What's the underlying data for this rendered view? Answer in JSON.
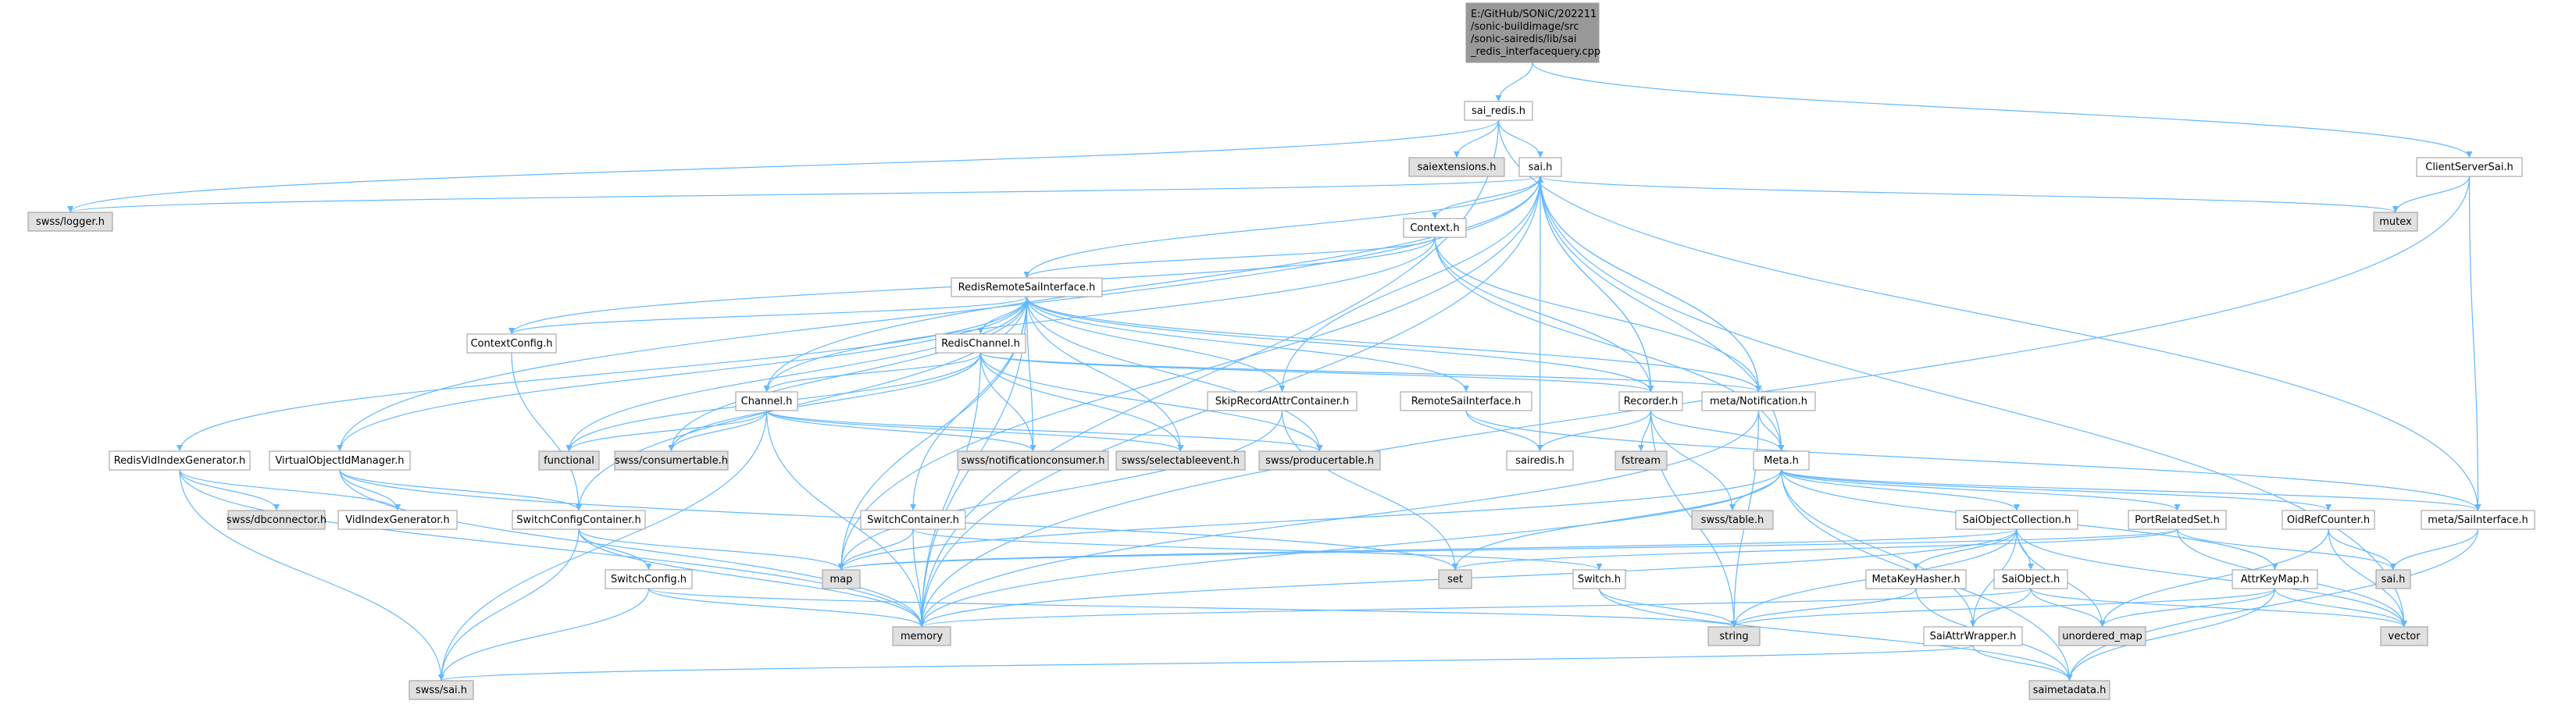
{
  "colors": {
    "root_fill": "#999999",
    "root_stroke": "#666666",
    "header_fill": "#ffffff",
    "system_fill": "#e0e0e0",
    "missing_stroke": "#ff0000",
    "edge": "#63b8ff",
    "text": "#000000"
  },
  "nodes": [
    {
      "id": "root",
      "kind": "root",
      "lines": [
        "E:/GitHub/SONiC/202211",
        "/sonic-buildimage/src",
        "/sonic-sairedis/lib/sai",
        "_redis_interfacequery.cpp"
      ]
    },
    {
      "id": "sai_redis_h",
      "kind": "header",
      "lines": [
        "sai_redis.h"
      ]
    },
    {
      "id": "clientserversai_h",
      "kind": "header",
      "lines": [
        "ClientServerSai.h"
      ]
    },
    {
      "id": "saiextensions_h",
      "kind": "system",
      "lines": [
        "saiextensions.h"
      ]
    },
    {
      "id": "sai_h",
      "kind": "header",
      "lines": [
        "sai.h"
      ]
    },
    {
      "id": "swss_logger_h",
      "kind": "system",
      "lines": [
        "swss/logger.h"
      ]
    },
    {
      "id": "mutex",
      "kind": "system",
      "lines": [
        "mutex"
      ]
    },
    {
      "id": "context_h",
      "kind": "header",
      "lines": [
        "Context.h"
      ]
    },
    {
      "id": "redisremotesaiinterface_h",
      "kind": "header",
      "lines": [
        "RedisRemoteSaiInterface.h"
      ]
    },
    {
      "id": "contextconfig_h",
      "kind": "header",
      "lines": [
        "ContextConfig.h"
      ]
    },
    {
      "id": "redischannel_h",
      "kind": "header",
      "lines": [
        "RedisChannel.h"
      ]
    },
    {
      "id": "skiprecordattrcontainer_h",
      "kind": "header",
      "lines": [
        "SkipRecordAttrContainer.h"
      ]
    },
    {
      "id": "remotesaiinterface_h",
      "kind": "header",
      "lines": [
        "RemoteSaiInterface.h"
      ]
    },
    {
      "id": "recorder_h",
      "kind": "header",
      "lines": [
        "Recorder.h"
      ]
    },
    {
      "id": "meta_notification_h",
      "kind": "header",
      "lines": [
        "meta/Notification.h"
      ]
    },
    {
      "id": "channel_h",
      "kind": "header",
      "lines": [
        "Channel.h"
      ]
    },
    {
      "id": "functional",
      "kind": "system",
      "lines": [
        "functional"
      ]
    },
    {
      "id": "swss_consumertable_h",
      "kind": "system",
      "lines": [
        "swss/consumertable.h"
      ]
    },
    {
      "id": "swss_notificationconsumer_h",
      "kind": "system",
      "lines": [
        "swss/notificationconsumer.h"
      ]
    },
    {
      "id": "swss_selectableevent_h",
      "kind": "system",
      "lines": [
        "swss/selectableevent.h"
      ]
    },
    {
      "id": "swss_producertable_h",
      "kind": "system",
      "lines": [
        "swss/producertable.h"
      ]
    },
    {
      "id": "sairedis_h",
      "kind": "header",
      "lines": [
        "sairedis.h"
      ]
    },
    {
      "id": "fstream",
      "kind": "system",
      "lines": [
        "fstream"
      ]
    },
    {
      "id": "meta_h",
      "kind": "header",
      "lines": [
        "Meta.h"
      ]
    },
    {
      "id": "redisvidindexgenerator_h",
      "kind": "header",
      "lines": [
        "RedisVidIndexGenerator.h"
      ]
    },
    {
      "id": "virtualobjectidmanager_h",
      "kind": "header",
      "lines": [
        "VirtualObjectIdManager.h"
      ]
    },
    {
      "id": "swss_dbconnector_h",
      "kind": "system",
      "lines": [
        "swss/dbconnector.h"
      ]
    },
    {
      "id": "vidindexgenerator_h",
      "kind": "missing",
      "lines": [
        "VidIndexGenerator.h"
      ]
    },
    {
      "id": "switchconfigcontainer_h",
      "kind": "header",
      "lines": [
        "SwitchConfigContainer.h"
      ]
    },
    {
      "id": "switchcontainer_h",
      "kind": "header",
      "lines": [
        "SwitchContainer.h"
      ]
    },
    {
      "id": "map",
      "kind": "system",
      "lines": [
        "map"
      ]
    },
    {
      "id": "set",
      "kind": "system",
      "lines": [
        "set"
      ]
    },
    {
      "id": "switch_h",
      "kind": "header",
      "lines": [
        "Switch.h"
      ]
    },
    {
      "id": "switchconfig_h",
      "kind": "header",
      "lines": [
        "SwitchConfig.h"
      ]
    },
    {
      "id": "memory",
      "kind": "system",
      "lines": [
        "memory"
      ]
    },
    {
      "id": "string",
      "kind": "system",
      "lines": [
        "string"
      ]
    },
    {
      "id": "swss_sai_h",
      "kind": "system",
      "lines": [
        "swss/sai.h"
      ]
    },
    {
      "id": "swss_table_h",
      "kind": "system",
      "lines": [
        "swss/table.h"
      ]
    },
    {
      "id": "saiobjectcollection_h",
      "kind": "header",
      "lines": [
        "SaiObjectCollection.h"
      ]
    },
    {
      "id": "portrelatedset_h",
      "kind": "header",
      "lines": [
        "PortRelatedSet.h"
      ]
    },
    {
      "id": "oidrefcounter_h",
      "kind": "header",
      "lines": [
        "OidRefCounter.h"
      ]
    },
    {
      "id": "meta_saiinterface_h",
      "kind": "header",
      "lines": [
        "meta/SaiInterface.h"
      ]
    },
    {
      "id": "metakeyhasher_h",
      "kind": "header",
      "lines": [
        "MetaKeyHasher.h"
      ]
    },
    {
      "id": "saiobject_h",
      "kind": "header",
      "lines": [
        "SaiObject.h"
      ]
    },
    {
      "id": "attrkeymap_h",
      "kind": "header",
      "lines": [
        "AttrKeyMap.h"
      ]
    },
    {
      "id": "sai_h_sys",
      "kind": "system",
      "lines": [
        "sai.h"
      ]
    },
    {
      "id": "unordered_map",
      "kind": "system",
      "lines": [
        "unordered_map"
      ]
    },
    {
      "id": "vector",
      "kind": "system",
      "lines": [
        "vector"
      ]
    },
    {
      "id": "saiattrwrapper_h",
      "kind": "header",
      "lines": [
        "SaiAttrWrapper.h"
      ]
    },
    {
      "id": "saimetadata_h",
      "kind": "system",
      "lines": [
        "saimetadata.h"
      ]
    }
  ],
  "edges": [
    [
      "root",
      "sai_redis_h"
    ],
    [
      "root",
      "clientserversai_h"
    ],
    [
      "sai_redis_h",
      "saiextensions_h"
    ],
    [
      "sai_redis_h",
      "sai_h"
    ],
    [
      "sai_redis_h",
      "swss_logger_h"
    ],
    [
      "sai_redis_h",
      "memory"
    ],
    [
      "sai_redis_h",
      "meta_saiinterface_h"
    ],
    [
      "clientserversai_h",
      "mutex"
    ],
    [
      "clientserversai_h",
      "meta_saiinterface_h"
    ],
    [
      "clientserversai_h",
      "memory"
    ],
    [
      "sai_h",
      "swss_logger_h"
    ],
    [
      "sai_h",
      "mutex"
    ],
    [
      "sai_h",
      "context_h"
    ],
    [
      "sai_h",
      "recorder_h"
    ],
    [
      "sai_h",
      "meta_notification_h"
    ],
    [
      "sai_h",
      "meta_h"
    ],
    [
      "sai_h",
      "memory"
    ],
    [
      "sai_h",
      "vector"
    ],
    [
      "sai_h",
      "map"
    ],
    [
      "context_h",
      "redisremotesaiinterface_h"
    ],
    [
      "context_h",
      "contextconfig_h"
    ],
    [
      "context_h",
      "recorder_h"
    ],
    [
      "context_h",
      "meta_notification_h"
    ],
    [
      "context_h",
      "meta_h"
    ],
    [
      "context_h",
      "channel_h"
    ],
    [
      "redisremotesaiinterface_h",
      "contextconfig_h"
    ],
    [
      "redisremotesaiinterface_h",
      "redischannel_h"
    ],
    [
      "redisremotesaiinterface_h",
      "skiprecordattrcontainer_h"
    ],
    [
      "redisremotesaiinterface_h",
      "remotesaiinterface_h"
    ],
    [
      "redisremotesaiinterface_h",
      "recorder_h"
    ],
    [
      "redisremotesaiinterface_h",
      "meta_notification_h"
    ],
    [
      "redisremotesaiinterface_h",
      "functional"
    ],
    [
      "redisremotesaiinterface_h",
      "swss_consumertable_h"
    ],
    [
      "redisremotesaiinterface_h",
      "swss_notificationconsumer_h"
    ],
    [
      "redisremotesaiinterface_h",
      "swss_selectableevent_h"
    ],
    [
      "redisremotesaiinterface_h",
      "swss_producertable_h"
    ],
    [
      "redisremotesaiinterface_h",
      "redisvidindexgenerator_h"
    ],
    [
      "redisremotesaiinterface_h",
      "virtualobjectidmanager_h"
    ],
    [
      "redisremotesaiinterface_h",
      "switchconfigcontainer_h"
    ],
    [
      "redisremotesaiinterface_h",
      "switchcontainer_h"
    ],
    [
      "redisremotesaiinterface_h",
      "map"
    ],
    [
      "redisremotesaiinterface_h",
      "memory"
    ],
    [
      "redisremotesaiinterface_h",
      "sai_h"
    ],
    [
      "contextconfig_h",
      "switchconfigcontainer_h"
    ],
    [
      "redischannel_h",
      "channel_h"
    ],
    [
      "redischannel_h",
      "swss_consumertable_h"
    ],
    [
      "redischannel_h",
      "swss_notificationconsumer_h"
    ],
    [
      "redischannel_h",
      "swss_selectableevent_h"
    ],
    [
      "redischannel_h",
      "swss_producertable_h"
    ],
    [
      "redischannel_h",
      "functional"
    ],
    [
      "redischannel_h",
      "memory"
    ],
    [
      "redischannel_h",
      "meta_notification_h"
    ],
    [
      "redischannel_h",
      "recorder_h"
    ],
    [
      "skiprecordattrcontainer_h",
      "sai_h"
    ],
    [
      "skiprecordattrcontainer_h",
      "map"
    ],
    [
      "skiprecordattrcontainer_h",
      "set"
    ],
    [
      "remotesaiinterface_h",
      "meta_saiinterface_h"
    ],
    [
      "remotesaiinterface_h",
      "sairedis_h"
    ],
    [
      "recorder_h",
      "sai_h"
    ],
    [
      "recorder_h",
      "sairedis_h"
    ],
    [
      "recorder_h",
      "fstream"
    ],
    [
      "recorder_h",
      "string"
    ],
    [
      "recorder_h",
      "swss_table_h"
    ],
    [
      "recorder_h",
      "meta_h"
    ],
    [
      "meta_notification_h",
      "sai_h"
    ],
    [
      "meta_notification_h",
      "string"
    ],
    [
      "meta_notification_h",
      "memory"
    ],
    [
      "meta_notification_h",
      "meta_h"
    ],
    [
      "channel_h",
      "functional"
    ],
    [
      "channel_h",
      "swss_consumertable_h"
    ],
    [
      "channel_h",
      "swss_notificationconsumer_h"
    ],
    [
      "channel_h",
      "swss_selectableevent_h"
    ],
    [
      "channel_h",
      "swss_producertable_h"
    ],
    [
      "channel_h",
      "memory"
    ],
    [
      "channel_h",
      "swss_sai_h"
    ],
    [
      "channel_h",
      "sai_h"
    ],
    [
      "sairedis_h",
      "sai_h"
    ],
    [
      "redisvidindexgenerator_h",
      "swss_dbconnector_h"
    ],
    [
      "redisvidindexgenerator_h",
      "vidindexgenerator_h"
    ],
    [
      "redisvidindexgenerator_h",
      "memory"
    ],
    [
      "redisvidindexgenerator_h",
      "swss_sai_h"
    ],
    [
      "virtualobjectidmanager_h",
      "sai_h"
    ],
    [
      "virtualobjectidmanager_h",
      "vidindexgenerator_h"
    ],
    [
      "virtualobjectidmanager_h",
      "switchconfigcontainer_h"
    ],
    [
      "virtualobjectidmanager_h",
      "memory"
    ],
    [
      "virtualobjectidmanager_h",
      "set"
    ],
    [
      "switchconfigcontainer_h",
      "switchconfig_h"
    ],
    [
      "switchconfigcontainer_h",
      "map"
    ],
    [
      "switchconfigcontainer_h",
      "memory"
    ],
    [
      "switchconfigcontainer_h",
      "swss_sai_h"
    ],
    [
      "switchconfig_h",
      "swss_sai_h"
    ],
    [
      "switchconfig_h",
      "string"
    ],
    [
      "switchconfig_h",
      "memory"
    ],
    [
      "switchcontainer_h",
      "switch_h"
    ],
    [
      "switchcontainer_h",
      "map"
    ],
    [
      "switchcontainer_h",
      "memory"
    ],
    [
      "switch_h",
      "string"
    ],
    [
      "switch_h",
      "saimetadata_h"
    ],
    [
      "meta_h",
      "swss_table_h"
    ],
    [
      "meta_h",
      "saiobjectcollection_h"
    ],
    [
      "meta_h",
      "portrelatedset_h"
    ],
    [
      "meta_h",
      "oidrefcounter_h"
    ],
    [
      "meta_h",
      "meta_saiinterface_h"
    ],
    [
      "meta_h",
      "attrkeymap_h"
    ],
    [
      "meta_h",
      "saiattrwrapper_h"
    ],
    [
      "meta_h",
      "set"
    ],
    [
      "meta_h",
      "memory"
    ],
    [
      "meta_h",
      "map"
    ],
    [
      "meta_h",
      "saimetadata_h"
    ],
    [
      "saiobjectcollection_h",
      "metakeyhasher_h"
    ],
    [
      "saiobjectcollection_h",
      "saiobject_h"
    ],
    [
      "saiobjectcollection_h",
      "saiattrwrapper_h"
    ],
    [
      "saiobjectcollection_h",
      "memory"
    ],
    [
      "saiobjectcollection_h",
      "unordered_map"
    ],
    [
      "saiobjectcollection_h",
      "string"
    ],
    [
      "saiobjectcollection_h",
      "vector"
    ],
    [
      "saiobjectcollection_h",
      "map"
    ],
    [
      "portrelatedset_h",
      "sai_h_sys"
    ],
    [
      "portrelatedset_h",
      "set"
    ],
    [
      "portrelatedset_h",
      "map"
    ],
    [
      "portrelatedset_h",
      "vector"
    ],
    [
      "oidrefcounter_h",
      "sai_h_sys"
    ],
    [
      "oidrefcounter_h",
      "unordered_map"
    ],
    [
      "oidrefcounter_h",
      "vector"
    ],
    [
      "meta_saiinterface_h",
      "sai_h_sys"
    ],
    [
      "meta_saiinterface_h",
      "saimetadata_h"
    ],
    [
      "metakeyhasher_h",
      "string"
    ],
    [
      "metakeyhasher_h",
      "saimetadata_h"
    ],
    [
      "saiobject_h",
      "saiattrwrapper_h"
    ],
    [
      "saiobject_h",
      "unordered_map"
    ],
    [
      "saiobject_h",
      "memory"
    ],
    [
      "saiobject_h",
      "vector"
    ],
    [
      "attrkeymap_h",
      "string"
    ],
    [
      "attrkeymap_h",
      "unordered_map"
    ],
    [
      "attrkeymap_h",
      "vector"
    ],
    [
      "attrkeymap_h",
      "saimetadata_h"
    ],
    [
      "saiattrwrapper_h",
      "saimetadata_h"
    ],
    [
      "saiattrwrapper_h",
      "swss_sai_h"
    ]
  ]
}
